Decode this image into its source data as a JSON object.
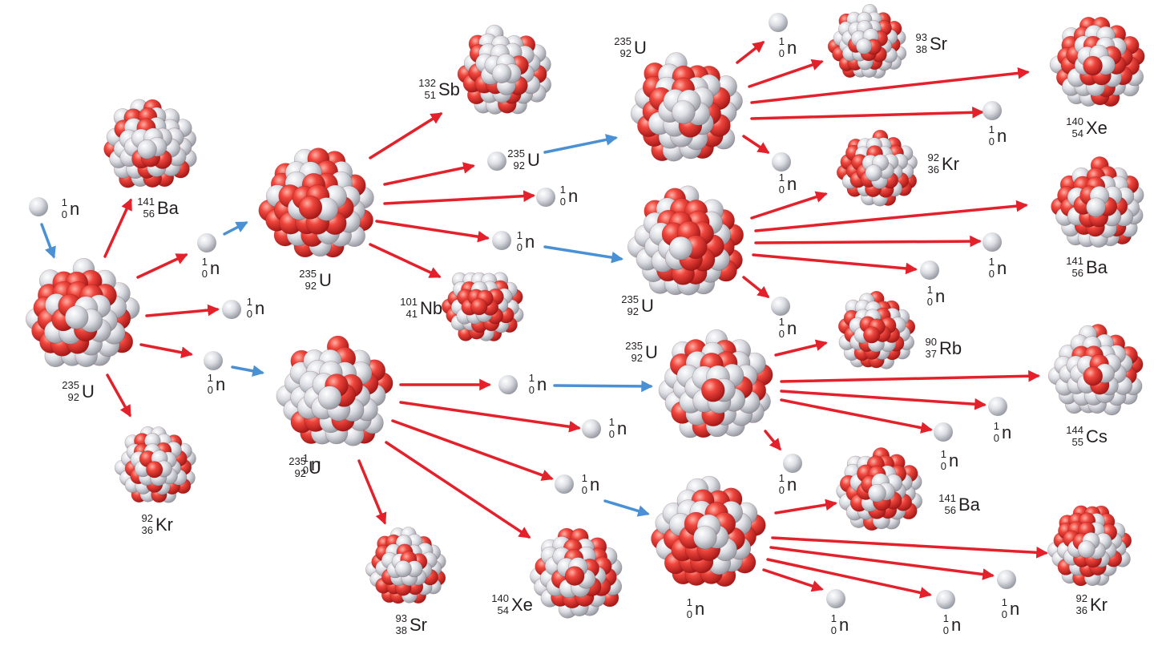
{
  "colors": {
    "proton": "#e02b2b",
    "neutron": "#d4d6dc",
    "product_arrow": "#e4202a",
    "neutron_arrow": "#4a90d4"
  },
  "labels": [
    {
      "sym": "n",
      "mass": "1",
      "num": "0"
    },
    {
      "sym": "U",
      "mass": "235",
      "num": "92"
    },
    {
      "sym": "Ba",
      "mass": "141",
      "num": "56"
    },
    {
      "sym": "Kr",
      "mass": "92",
      "num": "36"
    },
    {
      "sym": "n",
      "mass": "1",
      "num": "0"
    },
    {
      "sym": "n",
      "mass": "1",
      "num": "0"
    },
    {
      "sym": "n",
      "mass": "1",
      "num": "0"
    },
    {
      "sym": "U",
      "mass": "235",
      "num": "92"
    },
    {
      "sym": "U",
      "mass": "235",
      "num": "92"
    },
    {
      "sym": "Sb",
      "mass": "132",
      "num": "51"
    },
    {
      "sym": "Nb",
      "mass": "101",
      "num": "41"
    },
    {
      "sym": "n",
      "mass": "1",
      "num": "0"
    },
    {
      "sym": "n",
      "mass": "1",
      "num": "0"
    },
    {
      "sym": "n",
      "mass": "1",
      "num": "0"
    },
    {
      "sym": "Sr",
      "mass": "93",
      "num": "38"
    },
    {
      "sym": "Xe",
      "mass": "140",
      "num": "54"
    },
    {
      "sym": "n",
      "mass": "1",
      "num": "0"
    },
    {
      "sym": "n",
      "mass": "1",
      "num": "0"
    },
    {
      "sym": "n",
      "mass": "1",
      "num": "0"
    },
    {
      "sym": "U",
      "mass": "235",
      "num": "92"
    },
    {
      "sym": "U",
      "mass": "235",
      "num": "92"
    },
    {
      "sym": "U",
      "mass": "235",
      "num": "92"
    },
    {
      "sym": "U",
      "mass": "235",
      "num": "92"
    },
    {
      "sym": "n",
      "mass": "1",
      "num": "0"
    },
    {
      "sym": "n",
      "mass": "1",
      "num": "0"
    },
    {
      "sym": "Sr",
      "mass": "93",
      "num": "38"
    },
    {
      "sym": "Xe",
      "mass": "140",
      "num": "54"
    },
    {
      "sym": "n",
      "mass": "1",
      "num": "0"
    },
    {
      "sym": "n",
      "mass": "1",
      "num": "0"
    },
    {
      "sym": "Kr",
      "mass": "92",
      "num": "36"
    },
    {
      "sym": "Ba",
      "mass": "141",
      "num": "56"
    },
    {
      "sym": "n",
      "mass": "1",
      "num": "0"
    },
    {
      "sym": "n",
      "mass": "1",
      "num": "0"
    },
    {
      "sym": "n",
      "mass": "1",
      "num": "0"
    },
    {
      "sym": "Rb",
      "mass": "90",
      "num": "37"
    },
    {
      "sym": "Cs",
      "mass": "144",
      "num": "55"
    },
    {
      "sym": "n",
      "mass": "1",
      "num": "0"
    },
    {
      "sym": "n",
      "mass": "1",
      "num": "0"
    },
    {
      "sym": "n",
      "mass": "1",
      "num": "0"
    },
    {
      "sym": "Ba",
      "mass": "141",
      "num": "56"
    },
    {
      "sym": "Kr",
      "mass": "92",
      "num": "36"
    },
    {
      "sym": "n",
      "mass": "1",
      "num": "0"
    },
    {
      "sym": "n",
      "mass": "1",
      "num": "0"
    },
    {
      "sym": "n",
      "mass": "1",
      "num": "0"
    }
  ]
}
